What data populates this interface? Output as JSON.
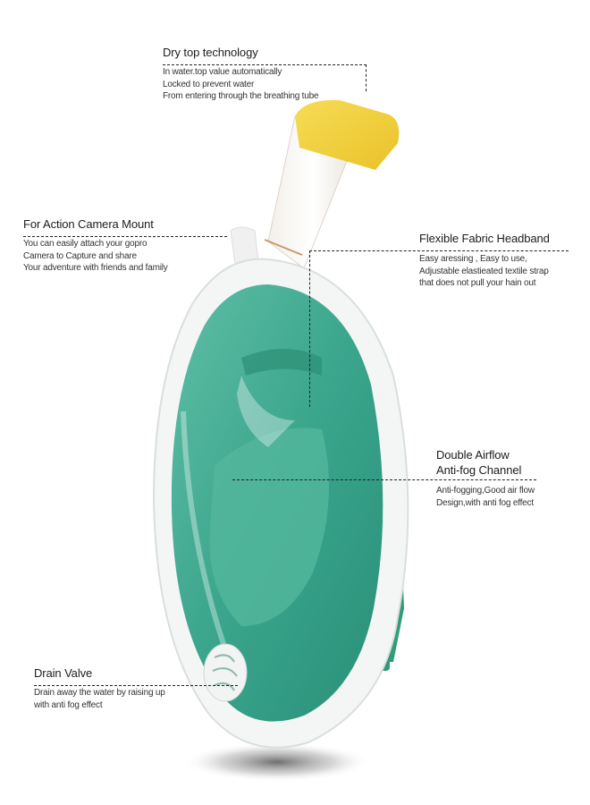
{
  "callouts": {
    "dry_top": {
      "title": "Dry top technology",
      "lines": [
        "In water.top value automatically",
        "Locked to prevent water",
        "From entering through the breathing tube"
      ]
    },
    "camera_mount": {
      "title": "For Action Camera Mount",
      "lines": [
        "You can easily attach your gopro",
        "Camera to Capture and share",
        "Your adventure with friends and family"
      ]
    },
    "headband": {
      "title": "Flexible Fabric Headband",
      "lines": [
        "Easy aressing , Easy to use,",
        "Adjustable elastieated textile strap",
        "that does not pull your hain out"
      ]
    },
    "airflow": {
      "title_line1": "Double Airflow",
      "title_line2": "Anti-fog Channel",
      "lines": [
        "Anti-fogging,Good air flow",
        "Design,with anti fog effect"
      ]
    },
    "drain_valve": {
      "title": "Drain Valve",
      "lines": [
        "Drain away the water by raising up",
        "with anti fog effect"
      ]
    }
  },
  "colors": {
    "lens_green": "#3aa58c",
    "strap_green": "#2e9a78",
    "frame_white": "#f4f6f5",
    "snorkel_yellow": "#f4d23a",
    "leader_line": "#222222"
  }
}
